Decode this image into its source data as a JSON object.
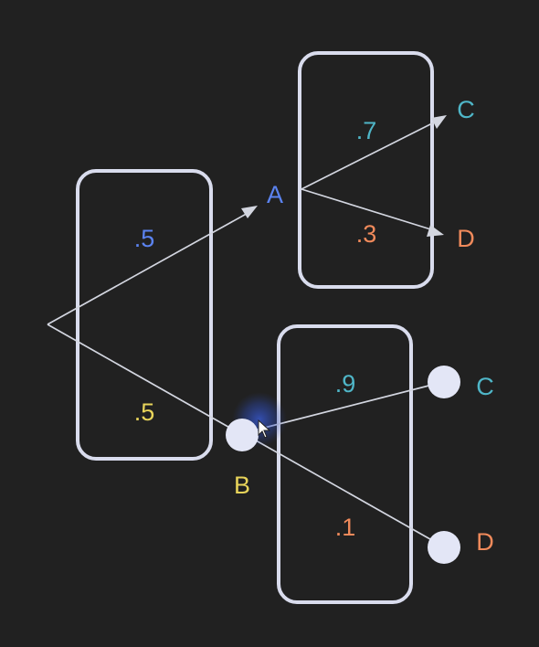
{
  "colors": {
    "background": "#212121",
    "box_stroke": "#d9dced",
    "edge": "#d3d6e0",
    "node_fill": "#e3e6f6",
    "blue": "#5b83f0",
    "yellow": "#e8d45a",
    "cyan": "#4fb6c8",
    "orange": "#f08a5b"
  },
  "first_stage": {
    "upper_probability": ".5",
    "lower_probability": ".5"
  },
  "branch_a": {
    "label": "A",
    "prob_to_c": ".7",
    "prob_to_d": ".3",
    "outcome_c": "C",
    "outcome_d": "D"
  },
  "branch_b": {
    "label": "B",
    "prob_to_c": ".9",
    "prob_to_d": ".1",
    "outcome_c": "C",
    "outcome_d": "D"
  },
  "cursor": {
    "icon": "mouse-pointer-icon"
  }
}
